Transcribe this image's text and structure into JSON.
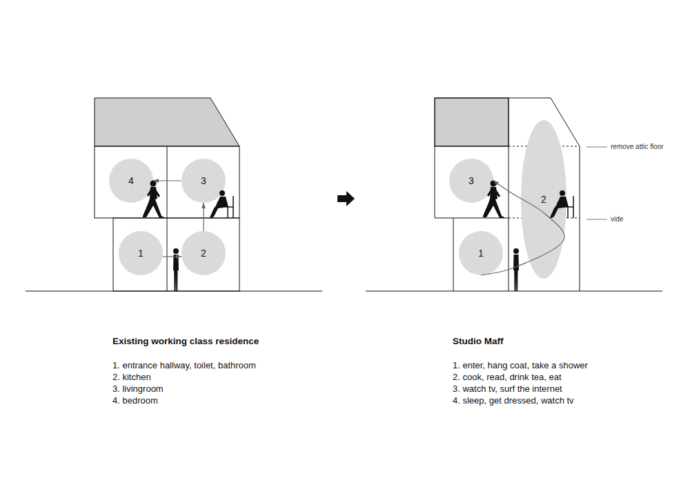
{
  "diagram": {
    "nodes": [
      {
        "text": [
          "4"
        ]
      },
      {
        "text": [
          "3"
        ]
      },
      {
        "text": [
          "1"
        ]
      },
      {
        "text": [
          "2"
        ]
      },
      {
        "text": [
          "3"
        ]
      },
      {
        "text": [
          "2"
        ]
      },
      {
        "text": [
          "1"
        ]
      }
    ],
    "edges": [
      {
        "from": 2,
        "to": 3,
        "arrow": "to"
      },
      {
        "from": 3,
        "to": 1,
        "arrow": "to"
      },
      {
        "from": 1,
        "to": 0,
        "arrow": "to"
      },
      {
        "from": 6,
        "to": 4,
        "arrow": "to"
      }
    ],
    "labels": [
      "Existing working class residence",
      "1. entrance hallway, toilet, bathroom",
      "2. kitchen",
      "3. livingroom",
      "4. bedroom",
      "Studio Maff",
      "1. enter, hang coat, take a shower",
      "2. cook, read, drink tea, eat",
      "3. watch tv, surf the internet",
      "4. sleep, get dressed, watch tv",
      "remove attic floor",
      "vide"
    ]
  }
}
